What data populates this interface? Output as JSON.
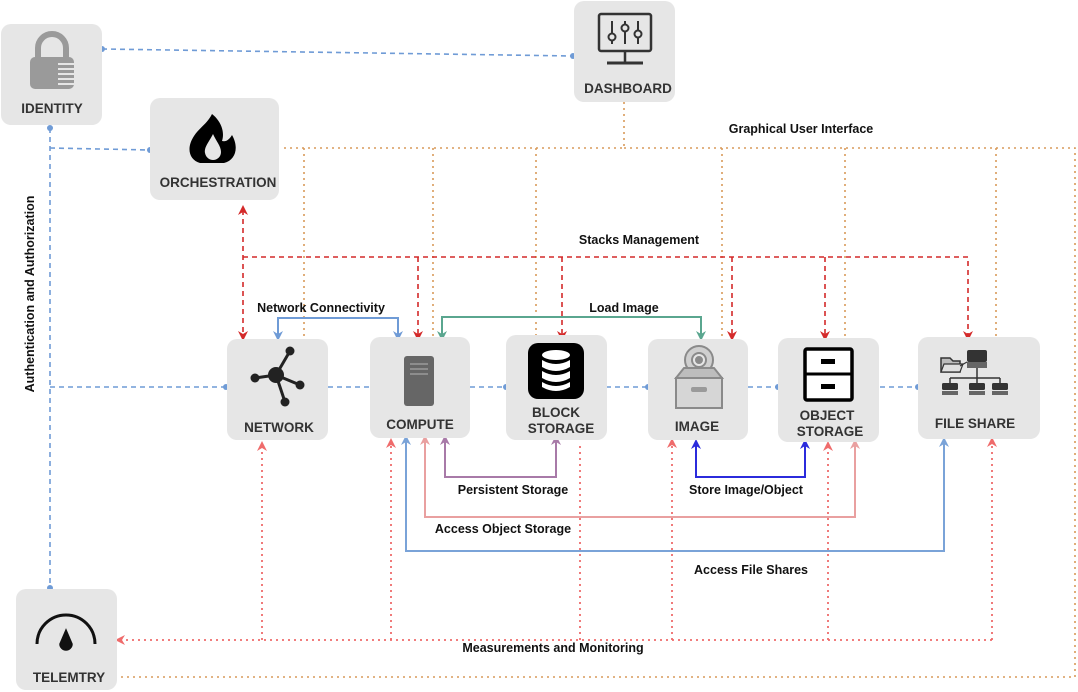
{
  "nodes": {
    "identity": {
      "label": "IDENTITY",
      "icon": "lock-icon"
    },
    "dashboard": {
      "label": "DASHBOARD",
      "icon": "monitor-sliders-icon"
    },
    "orchestration": {
      "label": "ORCHESTRATION",
      "icon": "flame-icon"
    },
    "network": {
      "label": "NETWORK",
      "icon": "network-hub-icon"
    },
    "compute": {
      "label": "COMPUTE",
      "icon": "server-icon"
    },
    "block_storage": {
      "label_line1": "BLOCK",
      "label_line2": "STORAGE",
      "icon": "database-icon"
    },
    "image": {
      "label": "IMAGE",
      "icon": "disc-box-icon"
    },
    "object_storage": {
      "label_line1": "OBJECT",
      "label_line2": "STORAGE",
      "icon": "file-cabinet-icon"
    },
    "file_share": {
      "label": "FILE SHARE",
      "icon": "file-tree-icon"
    },
    "telemetry": {
      "label": "TELEMTRY",
      "icon": "gauge-icon"
    }
  },
  "edge_labels": {
    "gui": "Graphical User Interface",
    "stacks": "Stacks Management",
    "network_connectivity": "Network  Connectivity",
    "load_image": "Load Image",
    "persistent_storage": "Persistent Storage",
    "store_image_object": "Store Image/Object",
    "access_object_storage": "Access Object Storage",
    "access_file_shares": "Access File Shares",
    "measurements": "Measurements and Monitoring",
    "auth": "Authentication and Authorization"
  },
  "colors": {
    "node_fill": "#e6e6e6",
    "icon_gray": "#9a9a9a",
    "identity_link": "#6f9bd6",
    "gui_link": "#d89a5a",
    "stacks_link": "#d42a2a",
    "network_link": "#6f9bd6",
    "load_image_link": "#5aa68f",
    "persistent_link": "#a87aa8",
    "store_link": "#2b2bdc",
    "object_access_link": "#e9a0a0",
    "file_share_link": "#7aa3d8",
    "telemetry_link": "#ef6b6b"
  }
}
